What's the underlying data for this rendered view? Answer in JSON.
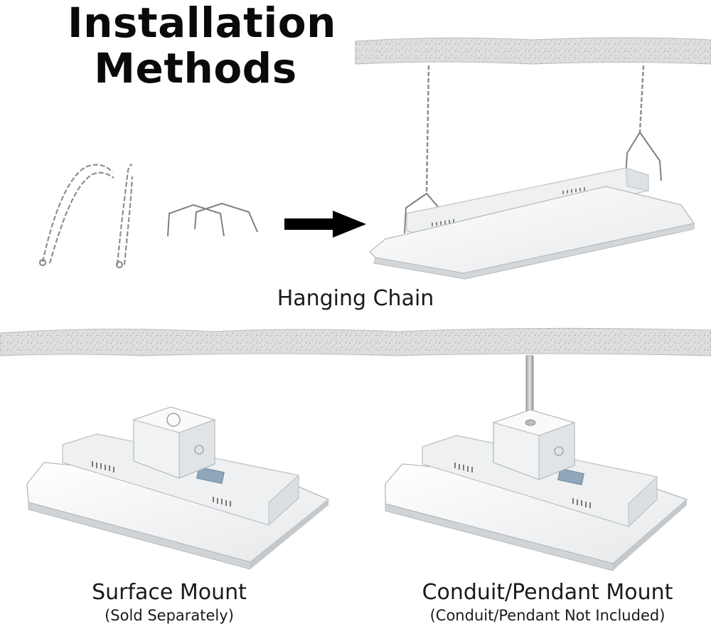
{
  "title": {
    "line1": "Installation",
    "line2": "Methods"
  },
  "methods": [
    {
      "label": "Hanging Chain"
    },
    {
      "label": "Surface Mount",
      "note": "(Sold Separately)"
    },
    {
      "label": "Conduit/Pendant Mount",
      "note": "(Conduit/Pendant Not Included)"
    }
  ],
  "colors": {
    "ceiling_fill": "#dcdcdc",
    "fixture_white": "#f4f4f4",
    "fixture_shade": "#cfd3d6",
    "chain_metal": "#8a8f94",
    "arrow": "#000000"
  },
  "icons": {
    "chains": "chain-pair-icon",
    "brackets": "hanger-bracket-icon",
    "arrow": "arrow-right-icon"
  }
}
